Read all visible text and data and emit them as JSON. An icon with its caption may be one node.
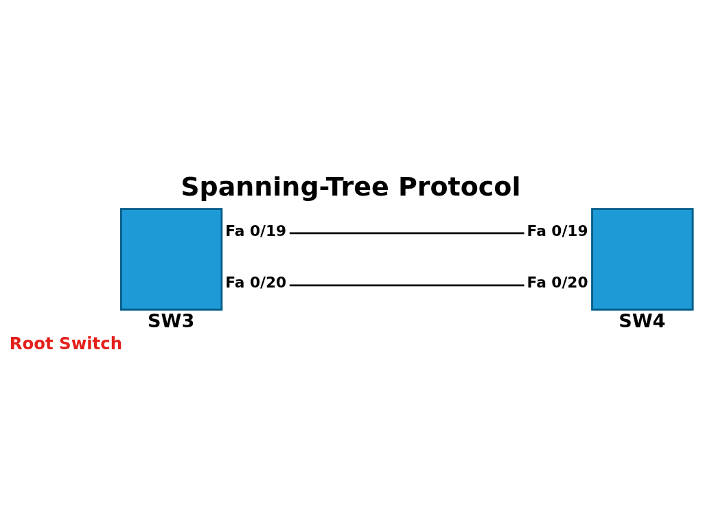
{
  "diagram": {
    "title": "Spanning-Tree Protocol",
    "nodes": [
      {
        "text": [
          "SW3"
        ],
        "beside": [
          "Root Switch"
        ]
      },
      {
        "text": [
          "SW4"
        ]
      }
    ],
    "edges": [
      {
        "from": 0,
        "to": 1,
        "arrow": "none"
      },
      {
        "from": 0,
        "to": 1,
        "arrow": "none"
      }
    ],
    "labels": [
      "Fa 0/19",
      "Fa 0/19",
      "Fa 0/20",
      "Fa 0/20"
    ]
  }
}
